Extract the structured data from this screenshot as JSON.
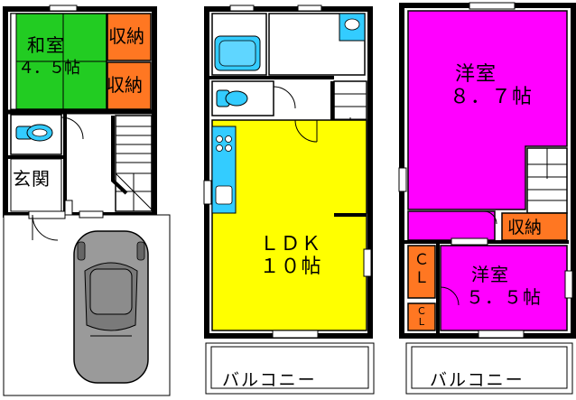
{
  "floor1": {
    "washitsu": {
      "name": "和室",
      "size": "４．５帖"
    },
    "storage_top": "収納",
    "storage_bottom": "収納",
    "entrance": "玄関"
  },
  "floor2": {
    "ldk": {
      "name": "ＬＤＫ",
      "size": "１０帖"
    },
    "balcony": "バルコニー"
  },
  "floor3": {
    "youshitsu_large": {
      "name": "洋室",
      "size": "８．７帖"
    },
    "storage": "収納",
    "closet_large": "ＣＬ",
    "closet_small": "ＣＬ",
    "youshitsu_small": {
      "name": "洋室",
      "size": "５．５帖"
    },
    "balcony": "バルコニー"
  },
  "colors": {
    "washitsu": "#22cc22",
    "storage": "#ff7722",
    "ldk": "#ffff00",
    "youshitsu": "#ff00ff",
    "wet_area": "#33ccff",
    "wall": "#000000",
    "car": "#9a9a9a"
  }
}
